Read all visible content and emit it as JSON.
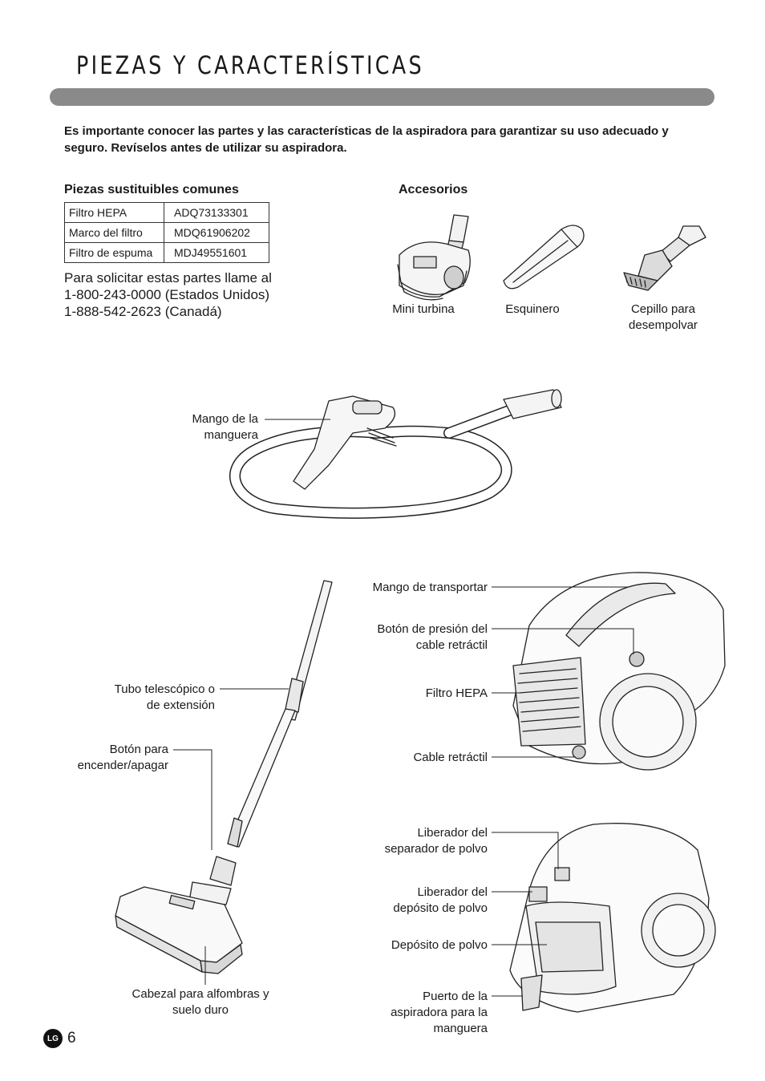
{
  "header": {
    "title": "PIEZAS Y CARACTERÍSTICAS"
  },
  "intro": {
    "text": "Es importante conocer las partes y las características de la aspiradora para garantizar su uso adecuado y seguro. Revíselos antes de utilizar su aspiradora."
  },
  "replacement_parts": {
    "heading": "Piezas sustituibles comunes",
    "rows": [
      {
        "name": "Filtro HEPA",
        "code": "ADQ73133301"
      },
      {
        "name": "Marco del filtro",
        "code": "MDQ61906202"
      },
      {
        "name": "Filtro de espuma",
        "code": "MDJ49551601"
      }
    ],
    "order_lines": [
      "Para solicitar estas partes llame al",
      "1-800-243-0000 (Estados Unidos)",
      "1-888-542-2623 (Canadá)"
    ]
  },
  "accessories": {
    "heading": "Accesorios",
    "items": [
      {
        "label": "Mini turbina"
      },
      {
        "label": "Esquinero"
      },
      {
        "label_line1": "Cepillo para",
        "label_line2": "desempolvar"
      }
    ]
  },
  "hose_labels": {
    "handle_line1": "Mango de la",
    "handle_line2": "manguera"
  },
  "wand_labels": {
    "tube_line1": "Tubo telescópico o",
    "tube_line2": "de extensión",
    "power_line1": "Botón para",
    "power_line2": "encender/apagar",
    "head_line1": "Cabezal para alfombras y",
    "head_line2": "suelo duro"
  },
  "front_labels": {
    "carry": "Mango de transportar",
    "cord_btn_line1": "Botón de presión del",
    "cord_btn_line2": "cable retráctil",
    "hepa": "Filtro HEPA",
    "cord": "Cable retráctil"
  },
  "rear_labels": {
    "sep_line1": "Liberador del",
    "sep_line2": "separador de polvo",
    "bin_rel_line1": "Liberador del",
    "bin_rel_line2": "depósito de polvo",
    "bin": "Depósito de polvo",
    "port_line1": "Puerto de la",
    "port_line2": "aspiradora para la",
    "port_line3": "manguera"
  },
  "footer": {
    "page_number": "6",
    "logo_text": "LG"
  }
}
